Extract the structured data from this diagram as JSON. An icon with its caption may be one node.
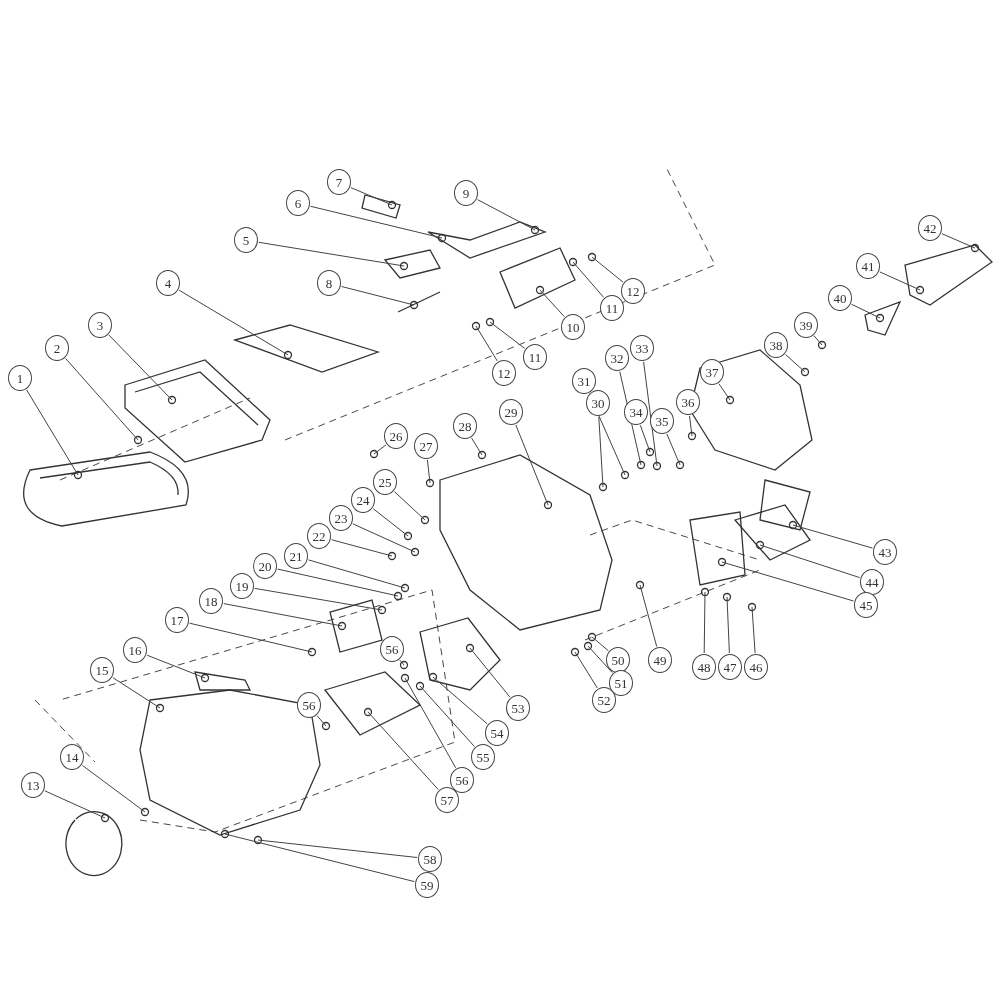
{
  "diagram": {
    "nodes": [
      {
        "text": [
          "1"
        ]
      },
      {
        "text": [
          "2"
        ]
      },
      {
        "text": [
          "3"
        ]
      },
      {
        "text": [
          "4"
        ]
      },
      {
        "text": [
          "5"
        ]
      },
      {
        "text": [
          "6"
        ]
      },
      {
        "text": [
          "7"
        ]
      },
      {
        "text": [
          "8"
        ]
      },
      {
        "text": [
          "9"
        ]
      },
      {
        "text": [
          "10"
        ]
      },
      {
        "text": [
          "11"
        ]
      },
      {
        "text": [
          "12"
        ]
      },
      {
        "text": [
          "11"
        ]
      },
      {
        "text": [
          "12"
        ]
      },
      {
        "text": [
          "13"
        ]
      },
      {
        "text": [
          "14"
        ]
      },
      {
        "text": [
          "15"
        ]
      },
      {
        "text": [
          "16"
        ]
      },
      {
        "text": [
          "17"
        ]
      },
      {
        "text": [
          "18"
        ]
      },
      {
        "text": [
          "19"
        ]
      },
      {
        "text": [
          "20"
        ]
      },
      {
        "text": [
          "21"
        ]
      },
      {
        "text": [
          "22"
        ]
      },
      {
        "text": [
          "23"
        ]
      },
      {
        "text": [
          "24"
        ]
      },
      {
        "text": [
          "25"
        ]
      },
      {
        "text": [
          "26"
        ]
      },
      {
        "text": [
          "27"
        ]
      },
      {
        "text": [
          "28"
        ]
      },
      {
        "text": [
          "29"
        ]
      },
      {
        "text": [
          "30"
        ]
      },
      {
        "text": [
          "31"
        ]
      },
      {
        "text": [
          "32"
        ]
      },
      {
        "text": [
          "33"
        ]
      },
      {
        "text": [
          "34"
        ]
      },
      {
        "text": [
          "35"
        ]
      },
      {
        "text": [
          "36"
        ]
      },
      {
        "text": [
          "37"
        ]
      },
      {
        "text": [
          "38"
        ]
      },
      {
        "text": [
          "39"
        ]
      },
      {
        "text": [
          "40"
        ]
      },
      {
        "text": [
          "41"
        ]
      },
      {
        "text": [
          "42"
        ]
      },
      {
        "text": [
          "43"
        ]
      },
      {
        "text": [
          "44"
        ]
      },
      {
        "text": [
          "45"
        ]
      },
      {
        "text": [
          "46"
        ]
      },
      {
        "text": [
          "47"
        ]
      },
      {
        "text": [
          "48"
        ]
      },
      {
        "text": [
          "49"
        ]
      },
      {
        "text": [
          "50"
        ]
      },
      {
        "text": [
          "51"
        ]
      },
      {
        "text": [
          "52"
        ]
      },
      {
        "text": [
          "53"
        ]
      },
      {
        "text": [
          "54"
        ]
      },
      {
        "text": [
          "55"
        ]
      },
      {
        "text": [
          "56"
        ]
      },
      {
        "text": [
          "57"
        ]
      },
      {
        "text": [
          "58"
        ]
      },
      {
        "text": [
          "59"
        ]
      },
      {
        "text": [
          "56"
        ]
      },
      {
        "text": [
          "56"
        ]
      }
    ],
    "edges": [
      {
        "from": 0,
        "to": null,
        "arrow": "none"
      },
      {
        "from": 1,
        "to": null,
        "arrow": "none"
      },
      {
        "from": 2,
        "to": null,
        "arrow": "none"
      },
      {
        "from": 3,
        "to": null,
        "arrow": "none"
      },
      {
        "from": 4,
        "to": null,
        "arrow": "none"
      },
      {
        "from": 5,
        "to": null,
        "arrow": "none"
      },
      {
        "from": 6,
        "to": null,
        "arrow": "none"
      },
      {
        "from": 7,
        "to": null,
        "arrow": "none"
      },
      {
        "from": 8,
        "to": null,
        "arrow": "none"
      },
      {
        "from": 9,
        "to": null,
        "arrow": "none"
      },
      {
        "from": 10,
        "to": null,
        "arrow": "none"
      },
      {
        "from": 11,
        "to": null,
        "arrow": "none"
      },
      {
        "from": 12,
        "to": null,
        "arrow": "none"
      },
      {
        "from": 13,
        "to": null,
        "arrow": "none"
      },
      {
        "from": 14,
        "to": null,
        "arrow": "none"
      },
      {
        "from": 15,
        "to": null,
        "arrow": "none"
      },
      {
        "from": 16,
        "to": null,
        "arrow": "none"
      },
      {
        "from": 17,
        "to": null,
        "arrow": "none"
      },
      {
        "from": 18,
        "to": null,
        "arrow": "none"
      },
      {
        "from": 19,
        "to": null,
        "arrow": "none"
      },
      {
        "from": 20,
        "to": null,
        "arrow": "none"
      },
      {
        "from": 21,
        "to": null,
        "arrow": "none"
      },
      {
        "from": 22,
        "to": null,
        "arrow": "none"
      },
      {
        "from": 23,
        "to": null,
        "arrow": "none"
      },
      {
        "from": 24,
        "to": null,
        "arrow": "none"
      },
      {
        "from": 25,
        "to": null,
        "arrow": "none"
      },
      {
        "from": 26,
        "to": null,
        "arrow": "none"
      },
      {
        "from": 27,
        "to": null,
        "arrow": "none"
      },
      {
        "from": 28,
        "to": null,
        "arrow": "none"
      },
      {
        "from": 29,
        "to": null,
        "arrow": "none"
      },
      {
        "from": 30,
        "to": null,
        "arrow": "none"
      },
      {
        "from": 31,
        "to": null,
        "arrow": "none"
      },
      {
        "from": 32,
        "to": null,
        "arrow": "none"
      },
      {
        "from": 33,
        "to": null,
        "arrow": "none"
      },
      {
        "from": 34,
        "to": null,
        "arrow": "none"
      },
      {
        "from": 35,
        "to": null,
        "arrow": "none"
      },
      {
        "from": 36,
        "to": null,
        "arrow": "none"
      },
      {
        "from": 37,
        "to": null,
        "arrow": "none"
      },
      {
        "from": 38,
        "to": null,
        "arrow": "none"
      },
      {
        "from": 39,
        "to": null,
        "arrow": "none"
      },
      {
        "from": 40,
        "to": null,
        "arrow": "none"
      },
      {
        "from": 41,
        "to": null,
        "arrow": "none"
      },
      {
        "from": 42,
        "to": null,
        "arrow": "none"
      },
      {
        "from": 43,
        "to": null,
        "arrow": "none"
      },
      {
        "from": 44,
        "to": null,
        "arrow": "none"
      },
      {
        "from": 45,
        "to": null,
        "arrow": "none"
      },
      {
        "from": 46,
        "to": null,
        "arrow": "none"
      },
      {
        "from": 47,
        "to": null,
        "arrow": "none"
      },
      {
        "from": 48,
        "to": null,
        "arrow": "none"
      },
      {
        "from": 49,
        "to": null,
        "arrow": "none"
      },
      {
        "from": 50,
        "to": null,
        "arrow": "none"
      },
      {
        "from": 51,
        "to": null,
        "arrow": "none"
      },
      {
        "from": 52,
        "to": null,
        "arrow": "none"
      },
      {
        "from": 53,
        "to": null,
        "arrow": "none"
      },
      {
        "from": 54,
        "to": null,
        "arrow": "none"
      },
      {
        "from": 55,
        "to": null,
        "arrow": "none"
      },
      {
        "from": 56,
        "to": null,
        "arrow": "none"
      },
      {
        "from": 57,
        "to": null,
        "arrow": "none"
      },
      {
        "from": 58,
        "to": null,
        "arrow": "none"
      },
      {
        "from": 59,
        "to": null,
        "arrow": "none"
      },
      {
        "from": 60,
        "to": null,
        "arrow": "none"
      },
      {
        "from": 61,
        "to": null,
        "arrow": "none"
      },
      {
        "from": 62,
        "to": null,
        "arrow": "none"
      }
    ]
  }
}
